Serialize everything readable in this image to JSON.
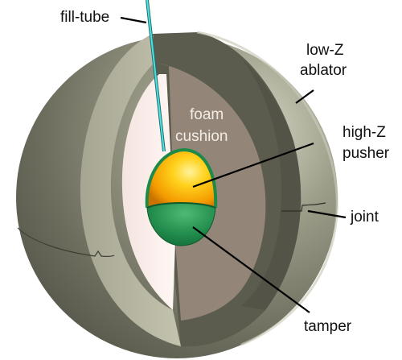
{
  "labels": {
    "fill_tube": "fill-tube",
    "low_z_line1": "low-Z",
    "low_z_line2": "ablator",
    "foam_line1": "foam",
    "foam_line2": "cushion",
    "high_z_line1": "high-Z",
    "high_z_line2": "pusher",
    "joint": "joint",
    "tamper": "tamper"
  },
  "colors": {
    "ablator_outer": "#6f7060",
    "ablator_highlight": "#c9cab8",
    "ablator_cut_face": "#b9b8a3",
    "foam_back_wall": "#5a5a4d",
    "foam_inner_face": "#938679",
    "cavity_face": "#fdf0ee",
    "pusher_gold": "#ffb000",
    "tamper_green": "#1e8a4a",
    "fill_tube": "#38c8c8"
  }
}
